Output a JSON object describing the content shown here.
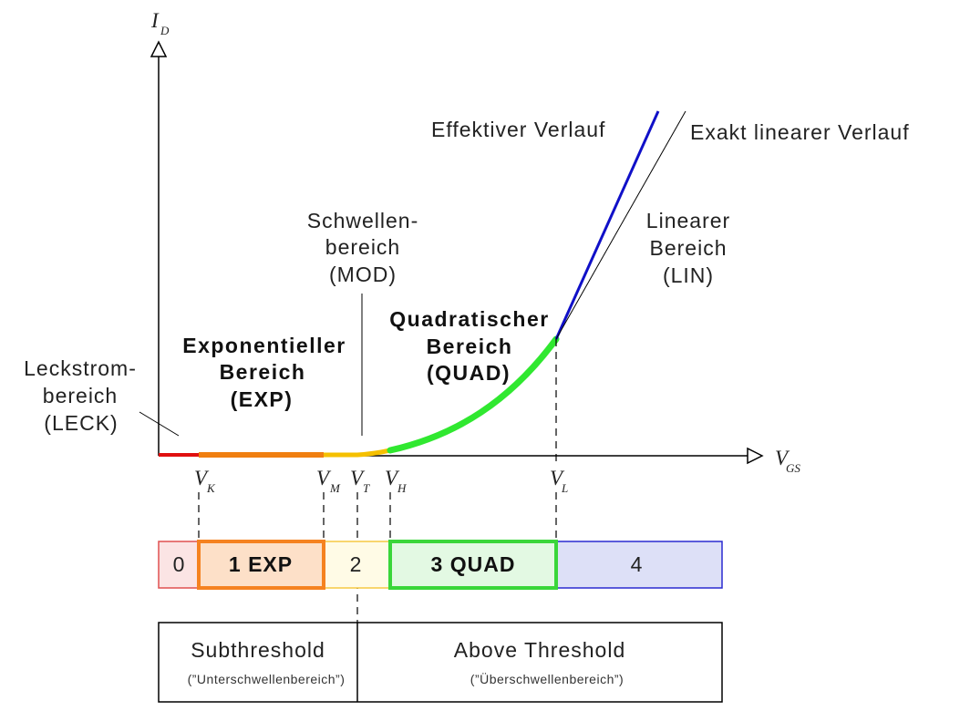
{
  "axes": {
    "y_main": "I",
    "y_sub": "D",
    "x_main": "V",
    "x_sub": "GS"
  },
  "curve_labels": {
    "effective": "Effektiver Verlauf",
    "exact_linear": "Exakt linearer Verlauf"
  },
  "regions": {
    "leck": [
      "Leckstrom-",
      "bereich",
      "(LECK)"
    ],
    "exp": [
      "Exponentieller",
      "Bereich",
      "(EXP)"
    ],
    "mod": [
      "Schwellen-",
      "bereich",
      "(MOD)"
    ],
    "quad": [
      "Quadratischer",
      "Bereich",
      "(QUAD)"
    ],
    "lin": [
      "Linearer",
      "Bereich",
      "(LIN)"
    ]
  },
  "voltages": [
    {
      "main": "V",
      "sub": "K"
    },
    {
      "main": "V",
      "sub": "M"
    },
    {
      "main": "V",
      "sub": "T"
    },
    {
      "main": "V",
      "sub": "H"
    },
    {
      "main": "V",
      "sub": "L"
    }
  ],
  "boxes": [
    {
      "label": "0",
      "fill": "#fbe4e4",
      "stroke": "#e05050"
    },
    {
      "label": "1 EXP",
      "fill": "#fde0c8",
      "stroke": "#f58220"
    },
    {
      "label": "2",
      "fill": "#fffbe6",
      "stroke": "#f5c842"
    },
    {
      "label": "3 QUAD",
      "fill": "#e3f9e3",
      "stroke": "#3ad63a"
    },
    {
      "label": "4",
      "fill": "#dde0f7",
      "stroke": "#2a2ad0"
    }
  ],
  "threshold": {
    "sub_title": "Subthreshold",
    "sub_note": "(”Unterschwellenbereich”)",
    "above_title": "Above Threshold",
    "above_note": "(”Überschwellenbereich”)"
  },
  "colors": {
    "leck": "#e01010",
    "exp": "#f07f10",
    "mod": "#f5c000",
    "quad": "#30e830",
    "effective": "#1010c8"
  }
}
